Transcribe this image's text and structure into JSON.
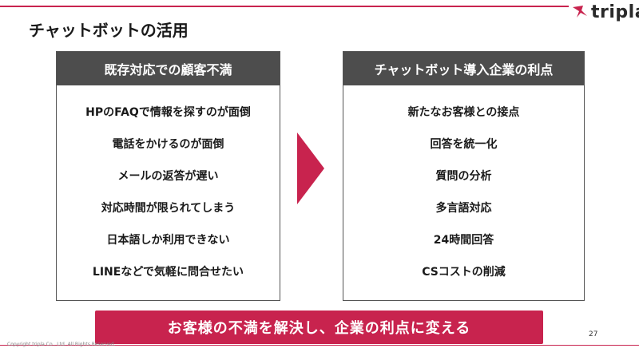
{
  "slide": {
    "title": "チャットボットの活用",
    "logo_text": "tripla",
    "left_panel": {
      "header": "既存対応での顧客不満",
      "items": [
        "HPのFAQで情報を探すのが面倒",
        "電話をかけるのが面倒",
        "メールの返答が遅い",
        "対応時間が限られてしまう",
        "日本語しか利用できない",
        "LINEなどで気軽に問合せたい"
      ]
    },
    "right_panel": {
      "header": "チャットボット導入企業の利点",
      "items": [
        "新たなお客様との接点",
        "回答を統一化",
        "質問の分析",
        "多言語対応",
        "24時間回答",
        "CSコストの削減"
      ]
    },
    "banner": "お客様の不満を解決し、企業の利点に変える",
    "copyright": "Copyright tripla Co., Ltd. All Rights Reserved.",
    "page_number": "27"
  },
  "colors": {
    "accent": "#c8234e",
    "header_bg": "#4d4d4d",
    "border": "#555555"
  },
  "icons": {
    "logo": "tripla-logo-icon",
    "arrow": "right-triangle-arrow-icon"
  }
}
